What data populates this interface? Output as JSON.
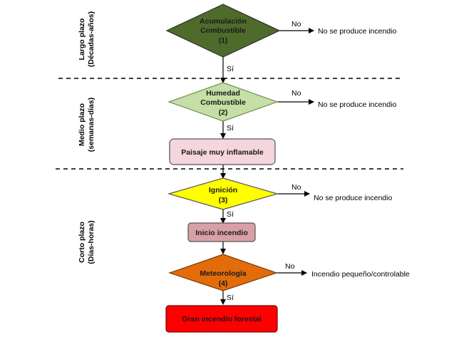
{
  "stages": {
    "long_term": {
      "line1": "Largo plazo",
      "line2": "(Décadas-años)"
    },
    "medium_term": {
      "line1": "Medio plazo",
      "line2": "(semanas-días)"
    },
    "short_term": {
      "line1": "Corto plazo",
      "line2": "(Días-horas)"
    }
  },
  "nodes": {
    "fuel_accumulation": {
      "line1": "Acumulación",
      "line2": "Combustible",
      "line3": "(1)",
      "color": "#4e6b2c"
    },
    "fuel_moisture": {
      "line1": "Humedad",
      "line2": "Combustible",
      "line3": "(2)",
      "color": "#c5dfa6"
    },
    "flammable_landscape": {
      "line1": "Paisaje muy inflamable",
      "color": "#f4d6dc"
    },
    "ignition": {
      "line1": "Ignición",
      "line2": "(3)",
      "color": "#ffff00"
    },
    "fire_start": {
      "line1": "Inicio incendio",
      "color": "#d8a0a6"
    },
    "meteorology": {
      "line1": "Meteorología",
      "line2": "(4)",
      "color": "#e36c0a"
    },
    "large_fire": {
      "line1": "Gran incendio forestal",
      "color": "#ff0000"
    }
  },
  "edges": {
    "yes": "Sí",
    "no": "No"
  },
  "outcomes": {
    "no_fire_1": "No se produce incendio",
    "no_fire_2": "No se produce incendio",
    "no_fire_3": "No se produce incendio",
    "small_fire": "Incendio pequeño/controlable"
  }
}
